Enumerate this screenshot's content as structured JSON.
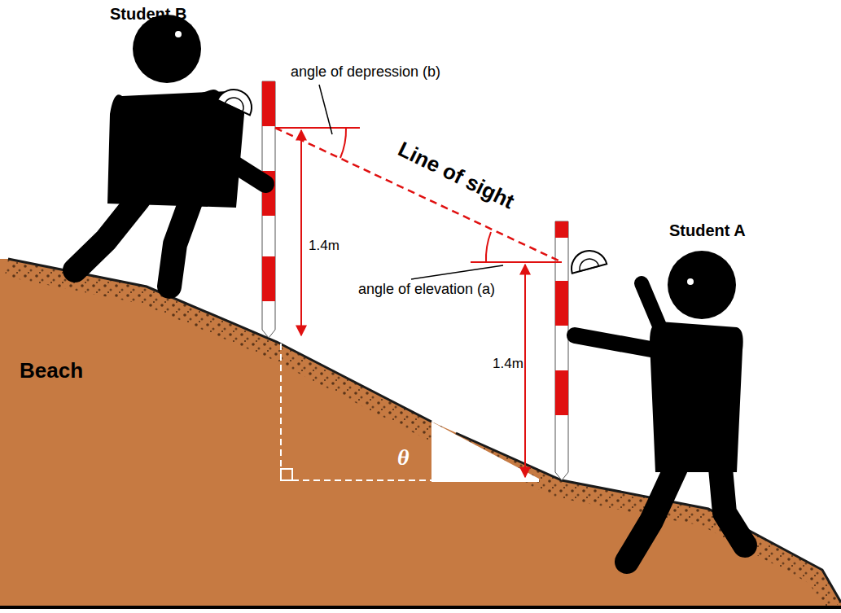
{
  "diagram": {
    "labels": [
      "Student B",
      "angle of depression (b)",
      "Line of sight",
      "Student A",
      "1.4m",
      "angle of elevation (a)",
      "1.4m",
      "Beach",
      "θ"
    ]
  }
}
